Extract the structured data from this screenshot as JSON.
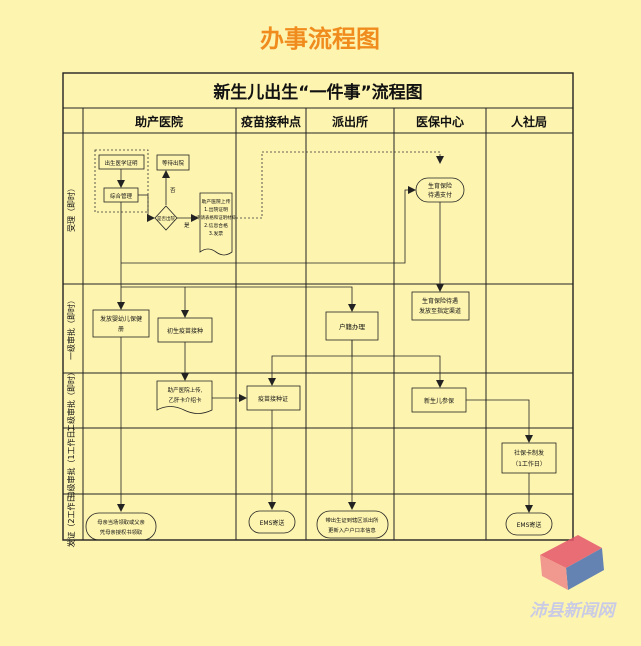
{
  "page_title": "办事流程图",
  "chart_title": "新生儿出生“一件事”流程图",
  "columns": [
    "助产医院",
    "疫苗接种点",
    "派出所",
    "医保中心",
    "人社局"
  ],
  "rows": [
    "受理（即时）",
    "一级审批（即时）",
    "二级审批（即时）",
    "三级审批（1工作日）",
    "发证（2工作日）"
  ],
  "nodes": {
    "birth_cert": "出生医学证明",
    "integrated_mgmt": "综合管理",
    "wait_document": "等待出院",
    "decision": "是否出院",
    "decision_no": "否",
    "decision_yes": "是",
    "upload": [
      "助产医院上传",
      "1.出院证明",
      "申请表格和证明材料",
      "2.信息合格",
      "3.发票"
    ],
    "insurance_pay": [
      "生育保险",
      "待遇支付"
    ],
    "child_book": [
      "发放婴幼儿保健",
      "册"
    ],
    "first_vaccine": "初生疫苗接种",
    "household_reg": "户籍办理",
    "insurance_channel": [
      "生育保险待遇",
      "发放至指定渠道"
    ],
    "hospital_upload_card": [
      "助产医院上传,",
      "乙肝卡介绍卡"
    ],
    "vaccine_cert": "疫苗接种证",
    "newborn_insured": "新生儿参保",
    "social_card": [
      "社保卡制发",
      "（1工作日）"
    ],
    "parents_collect": [
      "母亲当场领取或父亲",
      "凭母亲授权书领取"
    ],
    "ems1": "EMS寄送",
    "police_collect": [
      "带出生证到辖区派出所",
      "更新入户户口本信息"
    ],
    "ems2": "EMS寄送"
  },
  "watermark": "沛县新闻网",
  "colors": {
    "background": "#fdf4b0",
    "title": "#f08c1e",
    "line": "#222222"
  }
}
